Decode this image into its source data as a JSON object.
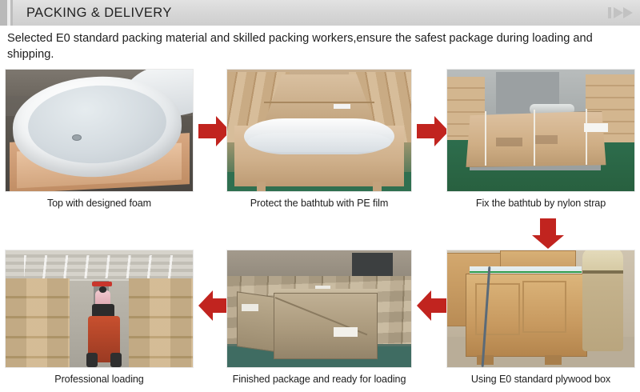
{
  "header": {
    "title": "PACKING & DELIVERY",
    "next_icon": "skip-forward-icon",
    "bg_color": "#d8d8d8",
    "accent_color": "#b9b9b9"
  },
  "intro": {
    "text": "Selected E0 standard packing material and skilled packing workers,ensure the safest package during loading and shipping."
  },
  "accent": {
    "arrow_color": "#c1241f"
  },
  "steps": [
    {
      "id": "step-1",
      "caption": "Top with designed foam",
      "image_alt": "white-oval-bathtub-on-foam-pallet"
    },
    {
      "id": "step-2",
      "caption": "Protect the bathtub with PE film",
      "image_alt": "bathtub-wrapped-in-pe-film-inside-carton"
    },
    {
      "id": "step-3",
      "caption": "Fix the bathtub by nylon strap",
      "image_alt": "carton-box-secured-with-nylon-straps"
    },
    {
      "id": "step-4",
      "caption": "Using E0 standard plywood box",
      "image_alt": "plywood-crates-with-worker-strapping"
    },
    {
      "id": "step-5",
      "caption": "Finished package and ready for loading",
      "image_alt": "rows-of-finished-wooden-crates-in-warehouse"
    },
    {
      "id": "step-6",
      "caption": "Professional loading",
      "image_alt": "forklift-loading-cartons-in-warehouse-aisle"
    }
  ],
  "arrows": [
    {
      "id": "arrow-1-2",
      "direction": "right"
    },
    {
      "id": "arrow-2-3",
      "direction": "right"
    },
    {
      "id": "arrow-3-4",
      "direction": "down"
    },
    {
      "id": "arrow-4-5",
      "direction": "left"
    },
    {
      "id": "arrow-5-6",
      "direction": "left"
    }
  ]
}
